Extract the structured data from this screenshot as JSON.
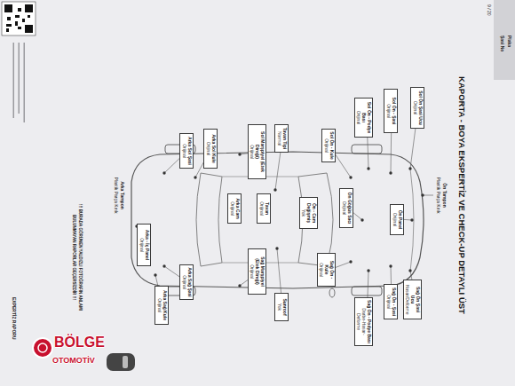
{
  "diagram": {
    "title": "KAPORTA - BOYA EKSPERTİZ VE CHECK-UP DETAYLI ÜST",
    "nodes": [
      {
        "text": [
          "Sol Ön Şasi Ucu",
          "Orijinal"
        ]
      },
      {
        "text": [
          "Sol Ön - Şasi",
          "Orijinal"
        ]
      },
      {
        "text": [
          "Sol Ön - Podye Bası",
          "Orijinal"
        ]
      },
      {
        "text": [
          "Ön Panel",
          "Orijinal"
        ]
      },
      {
        "text": [
          "Sağ Ön Şasi Ucu",
          "Hasar/Deforme"
        ]
      },
      {
        "text": [
          "Sağ Ön - Şasi",
          "Orijinal"
        ]
      },
      {
        "text": [
          "Sağ Ön - Podye Bası",
          "Darbe-Hasar-Deforme"
        ]
      },
      {
        "text": [
          "Ön Göğüs Sacı",
          "Orijinal"
        ]
      },
      {
        "text": [
          "Sol Ön - Kule",
          "Orijinal"
        ]
      },
      {
        "text": [
          "Sağ Ön - Kule",
          "Orijinal"
        ]
      },
      {
        "text": [
          "Ön - Cam Değişmiş",
          "Yok"
        ]
      },
      {
        "text": [
          "Tavan Tipi",
          "Normal"
        ]
      },
      {
        "text": [
          "Sunroof",
          "Yok"
        ]
      },
      {
        "text": [
          "Sol Marşpiyel (Etek Direği)",
          "Orijinal"
        ]
      },
      {
        "text": [
          "Sağ Marşpiyel (Etek Direği)",
          "Orijinal"
        ]
      },
      {
        "text": [
          "Tavan",
          "Orijinal"
        ]
      },
      {
        "text": [
          "Arka Cam",
          "Orijinal"
        ]
      },
      {
        "text": [
          "Arka Sol Kule",
          "Orijinal"
        ]
      },
      {
        "text": [
          "Arka Sol Şasi",
          "Orijinal"
        ]
      },
      {
        "text": [
          "Arka Sağ Şasi",
          "Orijinal"
        ]
      },
      {
        "text": [
          "Arka Sağ Kule",
          "Orijinal"
        ]
      },
      {
        "text": [
          "Arka - İç Panel",
          "Orijinal"
        ]
      }
    ],
    "labels": [
      "9 / 20",
      "Plaka",
      "Şasi No",
      "Ön Tampon",
      "Plastik Parça Kırık",
      "Arka Tampon",
      "Plastik Parça Kırık",
      "!!! BURADA GÖRÜNEN YALDIZLI FOTOĞRAFIN ANLAMI",
      "BULUNMAYAN RAPORLAR GEÇERSİZDİR !!!",
      "EXPERTİZ RAPORU",
      "BÖLGE",
      "OTOMOTİV"
    ]
  }
}
